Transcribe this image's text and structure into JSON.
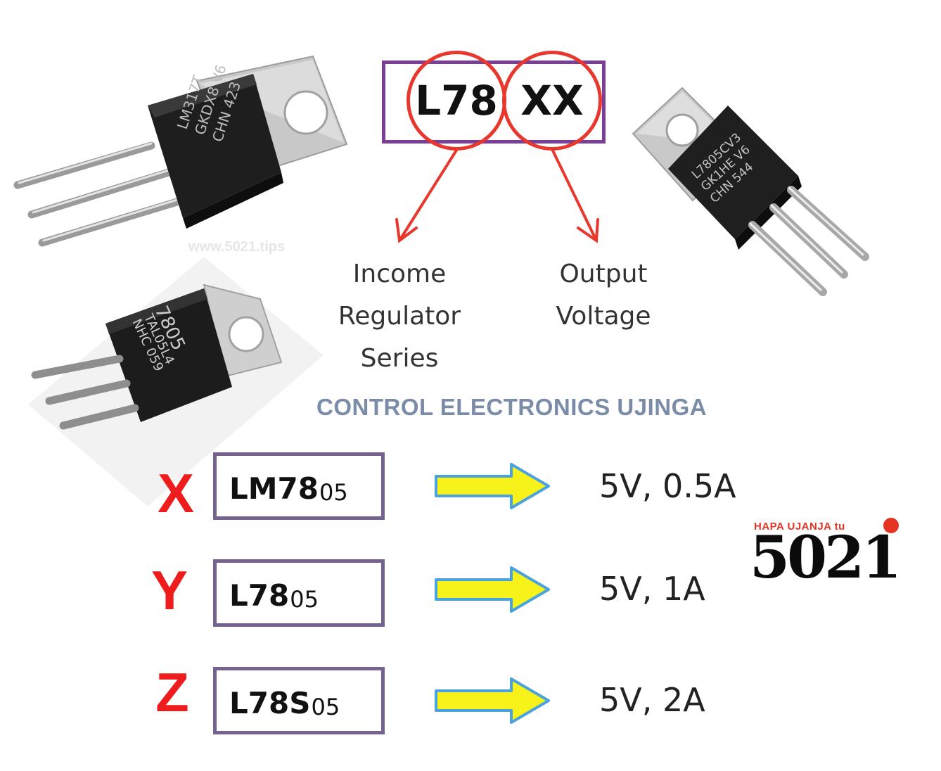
{
  "diagram": {
    "code_part1": "L78",
    "code_part2": "XX",
    "label_left_lines": [
      "Income",
      "Regulator",
      "Series"
    ],
    "label_right_lines": [
      "Output",
      "Voltage"
    ]
  },
  "watermark": "www.5021.tips",
  "brand_title": "CONTROL ELECTRONICS UJINGA",
  "components": {
    "top_left_marking": [
      "LM317T",
      "GKDX8 V6",
      "CHN 423"
    ],
    "top_right_marking": [
      "L7805CV3",
      "GK1HE V6",
      "CHN 544"
    ],
    "left_marking": [
      "7805",
      "TAL05L4",
      "NHC 059"
    ]
  },
  "variants": [
    {
      "letter": "X",
      "part_main": "LM78",
      "part_sub": "05",
      "spec": "5V, 0.5A"
    },
    {
      "letter": "Y",
      "part_main": "L78",
      "part_sub": "05",
      "spec": "5V, 1A"
    },
    {
      "letter": "Z",
      "part_main": "L78S",
      "part_sub": "05",
      "spec": "5V, 2A"
    }
  ],
  "logo": {
    "tagline": "HAPA UJANJA tu",
    "number": "5021"
  },
  "colors": {
    "box_border": "#7b3f98",
    "circle": "#e8372c",
    "arrow_red": "#e8372c",
    "letter_red": "#ee1c1c",
    "arrow_fill": "#f7f21a",
    "arrow_stroke": "#4aa3df",
    "title": "#7a8ca8"
  }
}
